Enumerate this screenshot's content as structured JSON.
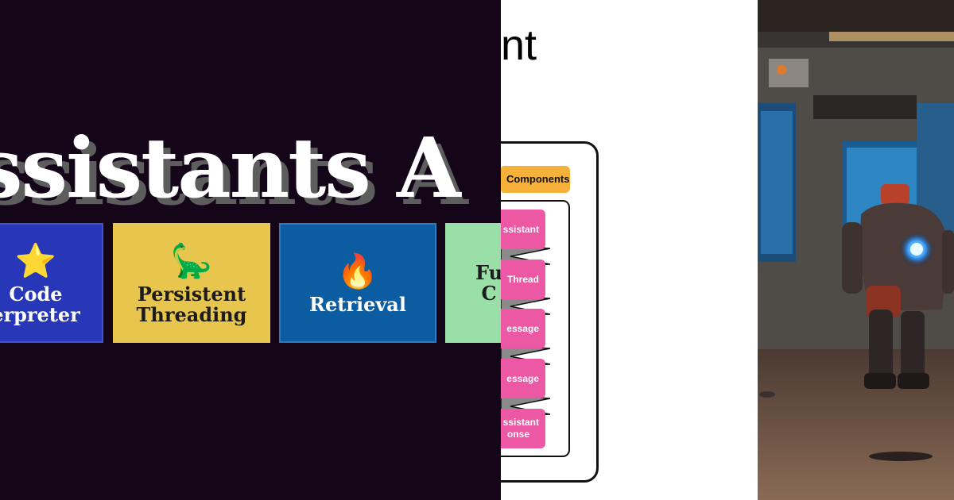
{
  "left_panel": {
    "title": "ssistants A",
    "cards": [
      {
        "icon": "star-icon",
        "glyph": "⭐",
        "label": "Code\nerpreter"
      },
      {
        "icon": "dinosaur-icon",
        "glyph": "🦕",
        "label": "Persistent\nThreading"
      },
      {
        "icon": "torch-icon",
        "glyph": "🔥",
        "label": "Retrieval"
      },
      {
        "icon": "function-icon",
        "glyph": "",
        "label": "Fu\nC"
      }
    ]
  },
  "middle_panel": {
    "title": "nt",
    "components_label": "Components",
    "steps": [
      {
        "line1": "ssistant",
        "line2": ""
      },
      {
        "line1": "Thread",
        "line2": ""
      },
      {
        "line1": "essage",
        "line2": ""
      },
      {
        "line1": "essage",
        "line2": ""
      },
      {
        "line1": "ssistant",
        "line2": "onse"
      }
    ]
  },
  "colors": {
    "left_bg": "#140518",
    "card_blue": "#2737b8",
    "card_yellow": "#e8c64e",
    "card_navy": "#0b5ca0",
    "card_green": "#9bdfa8",
    "components_tag": "#f5b139",
    "step_pink": "#ec58a4"
  }
}
